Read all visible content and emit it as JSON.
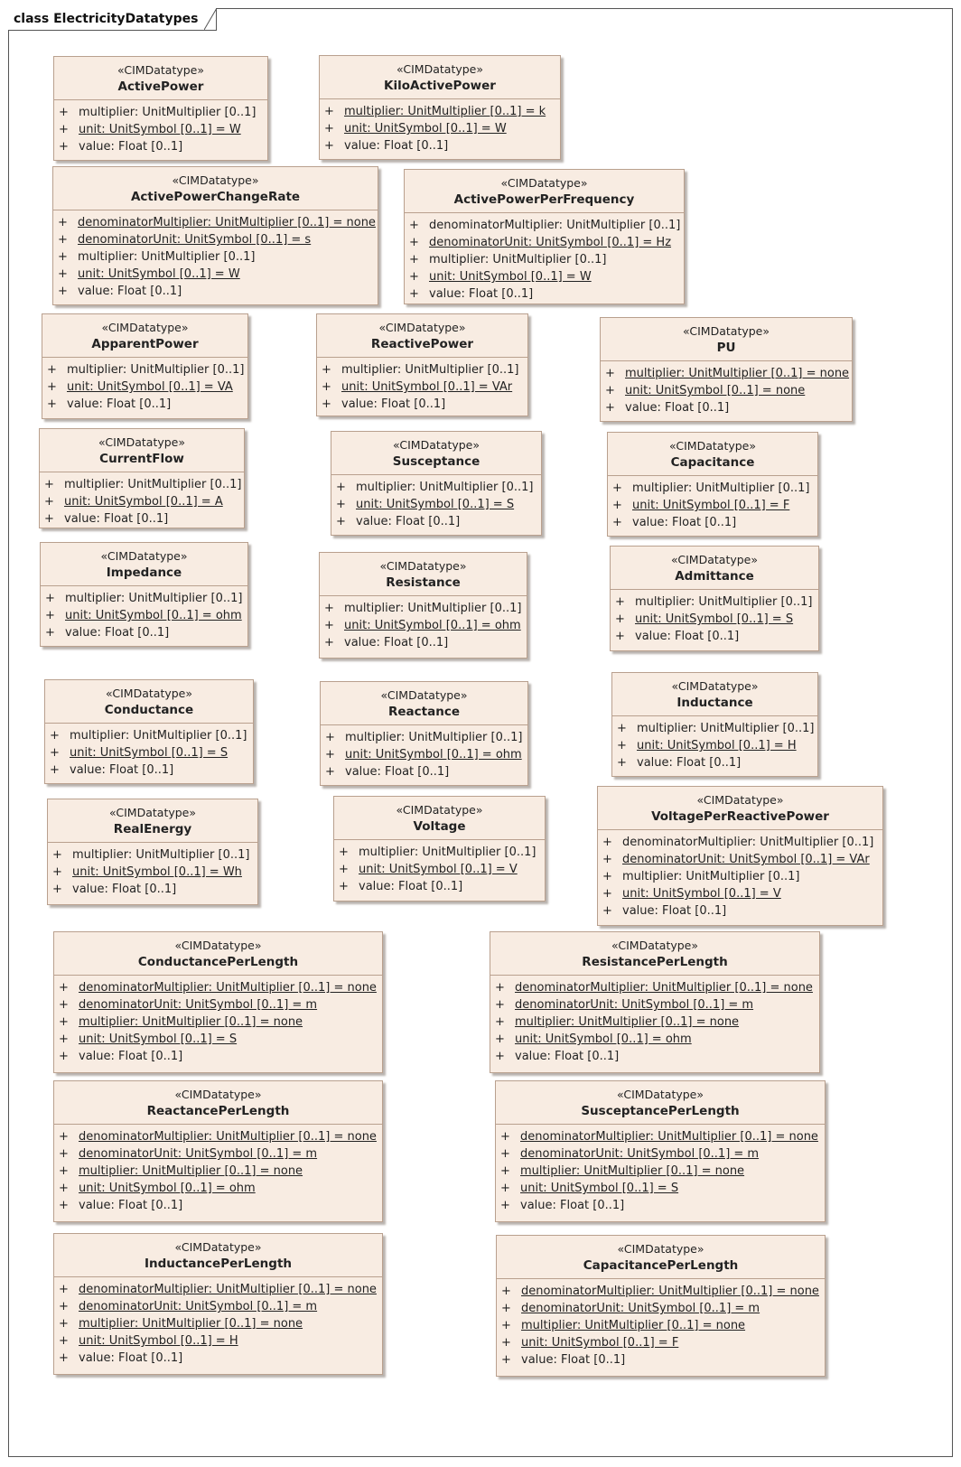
{
  "diagram": {
    "title": "class ElectricityDatatypes",
    "classes": [
      {
        "id": "ActivePower",
        "stereotype": "«CIMDatatype»",
        "name": "ActivePower",
        "attributes": [
          {
            "vis": "+",
            "text": "multiplier: UnitMultiplier [0..1]",
            "static": false
          },
          {
            "vis": "+",
            "text": "unit: UnitSymbol [0..1] = W",
            "static": true
          },
          {
            "vis": "+",
            "text": "value: Float [0..1]",
            "static": false
          }
        ]
      },
      {
        "id": "KiloActivePower",
        "stereotype": "«CIMDatatype»",
        "name": "KiloActivePower",
        "attributes": [
          {
            "vis": "+",
            "text": "multiplier: UnitMultiplier [0..1] = k",
            "static": true
          },
          {
            "vis": "+",
            "text": "unit: UnitSymbol [0..1] = W",
            "static": true
          },
          {
            "vis": "+",
            "text": "value: Float [0..1]",
            "static": false
          }
        ]
      },
      {
        "id": "ActivePowerChangeRate",
        "stereotype": "«CIMDatatype»",
        "name": "ActivePowerChangeRate",
        "attributes": [
          {
            "vis": "+",
            "text": "denominatorMultiplier: UnitMultiplier [0..1] = none",
            "static": true
          },
          {
            "vis": "+",
            "text": "denominatorUnit: UnitSymbol [0..1] = s",
            "static": true
          },
          {
            "vis": "+",
            "text": "multiplier: UnitMultiplier [0..1]",
            "static": false
          },
          {
            "vis": "+",
            "text": "unit: UnitSymbol [0..1] = W",
            "static": true
          },
          {
            "vis": "+",
            "text": "value: Float [0..1]",
            "static": false
          }
        ]
      },
      {
        "id": "ActivePowerPerFrequency",
        "stereotype": "«CIMDatatype»",
        "name": "ActivePowerPerFrequency",
        "attributes": [
          {
            "vis": "+",
            "text": "denominatorMultiplier: UnitMultiplier [0..1]",
            "static": false
          },
          {
            "vis": "+",
            "text": "denominatorUnit: UnitSymbol [0..1] = Hz",
            "static": true
          },
          {
            "vis": "+",
            "text": "multiplier: UnitMultiplier [0..1]",
            "static": false
          },
          {
            "vis": "+",
            "text": "unit: UnitSymbol [0..1] = W",
            "static": true
          },
          {
            "vis": "+",
            "text": "value: Float [0..1]",
            "static": false
          }
        ]
      },
      {
        "id": "ApparentPower",
        "stereotype": "«CIMDatatype»",
        "name": "ApparentPower",
        "attributes": [
          {
            "vis": "+",
            "text": "multiplier: UnitMultiplier [0..1]",
            "static": false
          },
          {
            "vis": "+",
            "text": "unit: UnitSymbol [0..1] = VA",
            "static": true
          },
          {
            "vis": "+",
            "text": "value: Float [0..1]",
            "static": false
          }
        ]
      },
      {
        "id": "ReactivePower",
        "stereotype": "«CIMDatatype»",
        "name": "ReactivePower",
        "attributes": [
          {
            "vis": "+",
            "text": "multiplier: UnitMultiplier [0..1]",
            "static": false
          },
          {
            "vis": "+",
            "text": "unit: UnitSymbol [0..1] = VAr",
            "static": true
          },
          {
            "vis": "+",
            "text": "value: Float [0..1]",
            "static": false
          }
        ]
      },
      {
        "id": "PU",
        "stereotype": "«CIMDatatype»",
        "name": "PU",
        "attributes": [
          {
            "vis": "+",
            "text": "multiplier: UnitMultiplier [0..1] = none",
            "static": true
          },
          {
            "vis": "+",
            "text": "unit: UnitSymbol [0..1] = none",
            "static": true
          },
          {
            "vis": "+",
            "text": "value: Float [0..1]",
            "static": false
          }
        ]
      },
      {
        "id": "CurrentFlow",
        "stereotype": "«CIMDatatype»",
        "name": "CurrentFlow",
        "attributes": [
          {
            "vis": "+",
            "text": "multiplier: UnitMultiplier [0..1]",
            "static": false
          },
          {
            "vis": "+",
            "text": "unit: UnitSymbol [0..1] = A",
            "static": true
          },
          {
            "vis": "+",
            "text": "value: Float [0..1]",
            "static": false
          }
        ]
      },
      {
        "id": "Susceptance",
        "stereotype": "«CIMDatatype»",
        "name": "Susceptance",
        "attributes": [
          {
            "vis": "+",
            "text": "multiplier: UnitMultiplier [0..1]",
            "static": false
          },
          {
            "vis": "+",
            "text": "unit: UnitSymbol [0..1] = S",
            "static": true
          },
          {
            "vis": "+",
            "text": "value: Float [0..1]",
            "static": false
          }
        ]
      },
      {
        "id": "Capacitance",
        "stereotype": "«CIMDatatype»",
        "name": "Capacitance",
        "attributes": [
          {
            "vis": "+",
            "text": "multiplier: UnitMultiplier [0..1]",
            "static": false
          },
          {
            "vis": "+",
            "text": "unit: UnitSymbol [0..1] = F",
            "static": true
          },
          {
            "vis": "+",
            "text": "value: Float [0..1]",
            "static": false
          }
        ]
      },
      {
        "id": "Impedance",
        "stereotype": "«CIMDatatype»",
        "name": "Impedance",
        "attributes": [
          {
            "vis": "+",
            "text": "multiplier: UnitMultiplier [0..1]",
            "static": false
          },
          {
            "vis": "+",
            "text": "unit: UnitSymbol [0..1] = ohm",
            "static": true
          },
          {
            "vis": "+",
            "text": "value: Float [0..1]",
            "static": false
          }
        ]
      },
      {
        "id": "Resistance",
        "stereotype": "«CIMDatatype»",
        "name": "Resistance",
        "attributes": [
          {
            "vis": "+",
            "text": "multiplier: UnitMultiplier [0..1]",
            "static": false
          },
          {
            "vis": "+",
            "text": "unit: UnitSymbol [0..1] = ohm",
            "static": true
          },
          {
            "vis": "+",
            "text": "value: Float [0..1]",
            "static": false
          }
        ]
      },
      {
        "id": "Admittance",
        "stereotype": "«CIMDatatype»",
        "name": "Admittance",
        "attributes": [
          {
            "vis": "+",
            "text": "multiplier: UnitMultiplier [0..1]",
            "static": false
          },
          {
            "vis": "+",
            "text": "unit: UnitSymbol [0..1] = S",
            "static": true
          },
          {
            "vis": "+",
            "text": "value: Float [0..1]",
            "static": false
          }
        ]
      },
      {
        "id": "Conductance",
        "stereotype": "«CIMDatatype»",
        "name": "Conductance",
        "attributes": [
          {
            "vis": "+",
            "text": "multiplier: UnitMultiplier [0..1]",
            "static": false
          },
          {
            "vis": "+",
            "text": "unit: UnitSymbol [0..1] = S",
            "static": true
          },
          {
            "vis": "+",
            "text": "value: Float [0..1]",
            "static": false
          }
        ]
      },
      {
        "id": "Reactance",
        "stereotype": "«CIMDatatype»",
        "name": "Reactance",
        "attributes": [
          {
            "vis": "+",
            "text": "multiplier: UnitMultiplier [0..1]",
            "static": false
          },
          {
            "vis": "+",
            "text": "unit: UnitSymbol [0..1] = ohm",
            "static": true
          },
          {
            "vis": "+",
            "text": "value: Float [0..1]",
            "static": false
          }
        ]
      },
      {
        "id": "Inductance",
        "stereotype": "«CIMDatatype»",
        "name": "Inductance",
        "attributes": [
          {
            "vis": "+",
            "text": "multiplier: UnitMultiplier [0..1]",
            "static": false
          },
          {
            "vis": "+",
            "text": "unit: UnitSymbol [0..1] = H",
            "static": true
          },
          {
            "vis": "+",
            "text": "value: Float [0..1]",
            "static": false
          }
        ]
      },
      {
        "id": "RealEnergy",
        "stereotype": "«CIMDatatype»",
        "name": "RealEnergy",
        "attributes": [
          {
            "vis": "+",
            "text": "multiplier: UnitMultiplier [0..1]",
            "static": false
          },
          {
            "vis": "+",
            "text": "unit: UnitSymbol [0..1] = Wh",
            "static": true
          },
          {
            "vis": "+",
            "text": "value: Float [0..1]",
            "static": false
          }
        ]
      },
      {
        "id": "Voltage",
        "stereotype": "«CIMDatatype»",
        "name": "Voltage",
        "attributes": [
          {
            "vis": "+",
            "text": "multiplier: UnitMultiplier [0..1]",
            "static": false
          },
          {
            "vis": "+",
            "text": "unit: UnitSymbol [0..1] = V",
            "static": true
          },
          {
            "vis": "+",
            "text": "value: Float [0..1]",
            "static": false
          }
        ]
      },
      {
        "id": "VoltagePerReactivePower",
        "stereotype": "«CIMDatatype»",
        "name": "VoltagePerReactivePower",
        "attributes": [
          {
            "vis": "+",
            "text": "denominatorMultiplier: UnitMultiplier [0..1]",
            "static": false
          },
          {
            "vis": "+",
            "text": "denominatorUnit: UnitSymbol [0..1] = VAr",
            "static": true
          },
          {
            "vis": "+",
            "text": "multiplier: UnitMultiplier [0..1]",
            "static": false
          },
          {
            "vis": "+",
            "text": "unit: UnitSymbol [0..1] = V",
            "static": true
          },
          {
            "vis": "+",
            "text": "value: Float [0..1]",
            "static": false
          }
        ]
      },
      {
        "id": "ConductancePerLength",
        "stereotype": "«CIMDatatype»",
        "name": "ConductancePerLength",
        "attributes": [
          {
            "vis": "+",
            "text": "denominatorMultiplier: UnitMultiplier [0..1] = none",
            "static": true
          },
          {
            "vis": "+",
            "text": "denominatorUnit: UnitSymbol [0..1] = m",
            "static": true
          },
          {
            "vis": "+",
            "text": "multiplier: UnitMultiplier [0..1] = none",
            "static": true
          },
          {
            "vis": "+",
            "text": "unit: UnitSymbol [0..1] = S",
            "static": true
          },
          {
            "vis": "+",
            "text": "value: Float [0..1]",
            "static": false
          }
        ]
      },
      {
        "id": "ResistancePerLength",
        "stereotype": "«CIMDatatype»",
        "name": "ResistancePerLength",
        "attributes": [
          {
            "vis": "+",
            "text": "denominatorMultiplier: UnitMultiplier [0..1] = none",
            "static": true
          },
          {
            "vis": "+",
            "text": "denominatorUnit: UnitSymbol [0..1] = m",
            "static": true
          },
          {
            "vis": "+",
            "text": "multiplier: UnitMultiplier [0..1] = none",
            "static": true
          },
          {
            "vis": "+",
            "text": "unit: UnitSymbol [0..1] = ohm",
            "static": true
          },
          {
            "vis": "+",
            "text": "value: Float [0..1]",
            "static": false
          }
        ]
      },
      {
        "id": "ReactancePerLength",
        "stereotype": "«CIMDatatype»",
        "name": "ReactancePerLength",
        "attributes": [
          {
            "vis": "+",
            "text": "denominatorMultiplier: UnitMultiplier [0..1] = none",
            "static": true
          },
          {
            "vis": "+",
            "text": "denominatorUnit: UnitSymbol [0..1] = m",
            "static": true
          },
          {
            "vis": "+",
            "text": "multiplier: UnitMultiplier [0..1] = none",
            "static": true
          },
          {
            "vis": "+",
            "text": "unit: UnitSymbol [0..1] = ohm",
            "static": true
          },
          {
            "vis": "+",
            "text": "value: Float [0..1]",
            "static": false
          }
        ]
      },
      {
        "id": "SusceptancePerLength",
        "stereotype": "«CIMDatatype»",
        "name": "SusceptancePerLength",
        "attributes": [
          {
            "vis": "+",
            "text": "denominatorMultiplier: UnitMultiplier [0..1] = none",
            "static": true
          },
          {
            "vis": "+",
            "text": "denominatorUnit: UnitSymbol [0..1] = m",
            "static": true
          },
          {
            "vis": "+",
            "text": "multiplier: UnitMultiplier [0..1] = none",
            "static": true
          },
          {
            "vis": "+",
            "text": "unit: UnitSymbol [0..1] = S",
            "static": true
          },
          {
            "vis": "+",
            "text": "value: Float [0..1]",
            "static": false
          }
        ]
      },
      {
        "id": "InductancePerLength",
        "stereotype": "«CIMDatatype»",
        "name": "InductancePerLength",
        "attributes": [
          {
            "vis": "+",
            "text": "denominatorMultiplier: UnitMultiplier [0..1] = none",
            "static": true
          },
          {
            "vis": "+",
            "text": "denominatorUnit: UnitSymbol [0..1] = m",
            "static": true
          },
          {
            "vis": "+",
            "text": "multiplier: UnitMultiplier [0..1] = none",
            "static": true
          },
          {
            "vis": "+",
            "text": "unit: UnitSymbol [0..1] = H",
            "static": true
          },
          {
            "vis": "+",
            "text": "value: Float [0..1]",
            "static": false
          }
        ]
      },
      {
        "id": "CapacitancePerLength",
        "stereotype": "«CIMDatatype»",
        "name": "CapacitancePerLength",
        "attributes": [
          {
            "vis": "+",
            "text": "denominatorMultiplier: UnitMultiplier [0..1] = none",
            "static": true
          },
          {
            "vis": "+",
            "text": "denominatorUnit: UnitSymbol [0..1] = m",
            "static": true
          },
          {
            "vis": "+",
            "text": "multiplier: UnitMultiplier [0..1] = none",
            "static": true
          },
          {
            "vis": "+",
            "text": "unit: UnitSymbol [0..1] = F",
            "static": true
          },
          {
            "vis": "+",
            "text": "value: Float [0..1]",
            "static": false
          }
        ]
      }
    ]
  }
}
